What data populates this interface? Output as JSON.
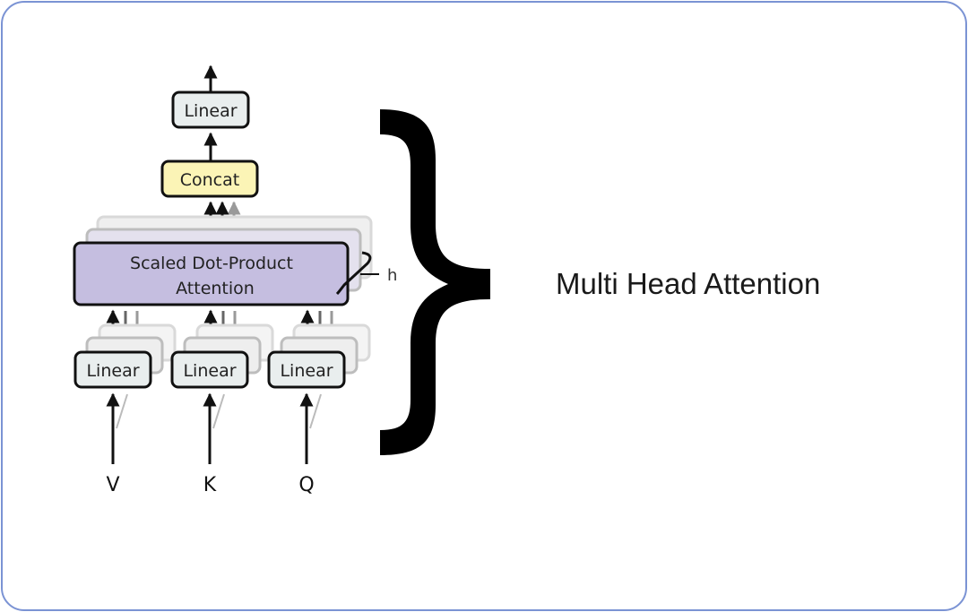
{
  "diagram": {
    "output_linear": "Linear",
    "concat": "Concat",
    "attention_line1": "Scaled Dot-Product",
    "attention_line2": "Attention",
    "head_count_label": "h",
    "input_linears": [
      "Linear",
      "Linear",
      "Linear"
    ],
    "inputs": [
      "V",
      "K",
      "Q"
    ],
    "caption": "Multi Head Attention"
  },
  "colors": {
    "frame_border": "#7b93d4",
    "linear_fill": "#e9eeee",
    "concat_fill": "#fbf4b6",
    "attention_fill": "#c5bee0",
    "stroke": "#111111"
  }
}
